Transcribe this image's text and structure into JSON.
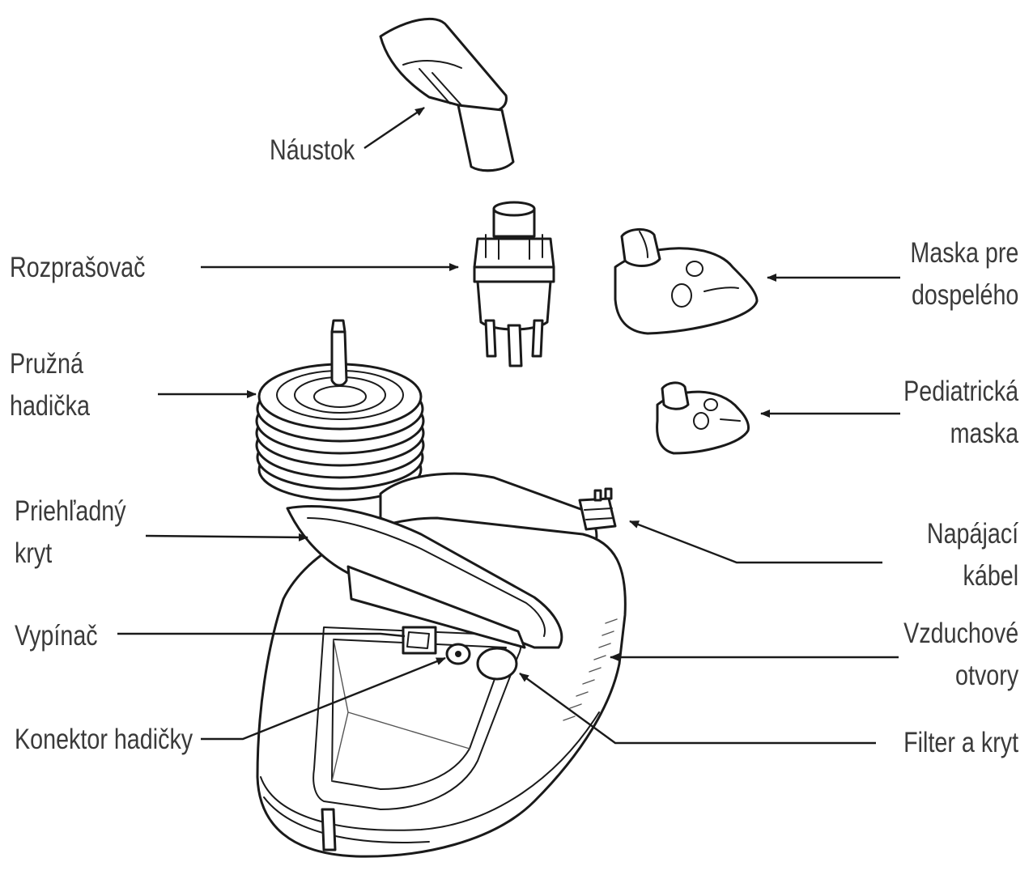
{
  "labels": {
    "mouthpiece": "Náustok",
    "nebulizer": "Rozprašovač",
    "adult_mask": [
      "Maska pre",
      "dospelého"
    ],
    "tubing": [
      "Pružná",
      "hadička"
    ],
    "child_mask": [
      "Pediatrická",
      "maska"
    ],
    "clear_cover": [
      "Priehľadný",
      "kryt"
    ],
    "power_cable": [
      "Napájací",
      "kábel"
    ],
    "switch": "Vypínač",
    "air_vents": [
      "Vzduchové",
      "otvory"
    ],
    "tube_connector": "Konektor hadičky",
    "filter": "Filter a kryt"
  }
}
